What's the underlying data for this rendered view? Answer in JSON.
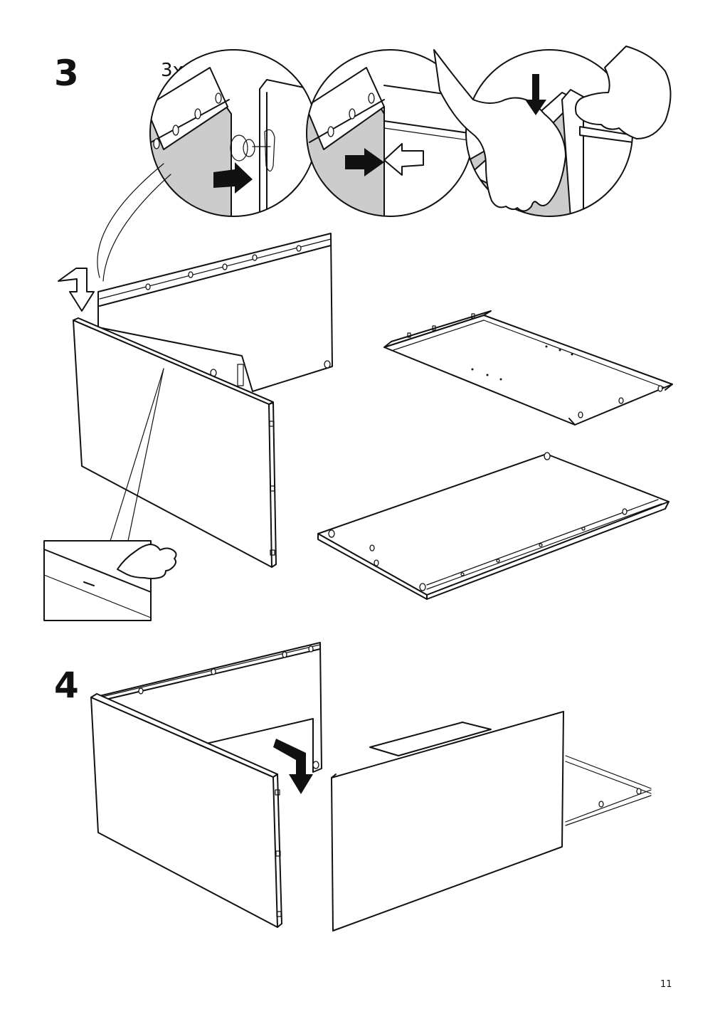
{
  "steps": [
    {
      "number": "3",
      "quantity": "3x"
    },
    {
      "number": "4"
    }
  ],
  "page_number": "11",
  "icons": [
    "arrow-right-icon",
    "arrow-down-icon",
    "pointing-hand-icon",
    "magnifier-callout-icon"
  ]
}
